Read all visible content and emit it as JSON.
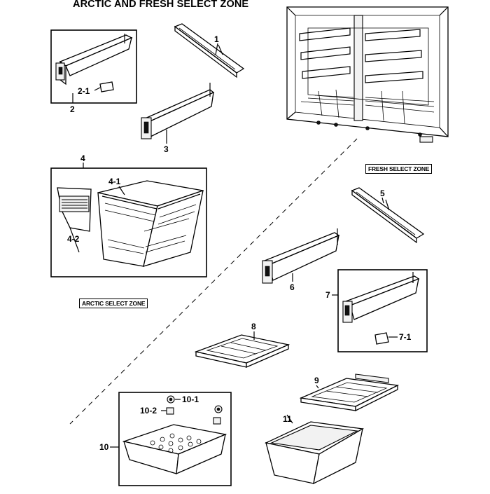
{
  "diagram": {
    "title": "ARCTIC AND FRESH SELECT ZONE",
    "zone_labels": {
      "fresh": "FRESH SELECT ZONE",
      "arctic": "ARCTIC SELECT ZONE"
    },
    "callouts": {
      "p1": "1",
      "p2": "2",
      "p2_1": "2-1",
      "p3": "3",
      "p4": "4",
      "p4_1": "4-1",
      "p4_2": "4-2",
      "p5": "5",
      "p6": "6",
      "p7": "7",
      "p7_1": "7-1",
      "p8": "8",
      "p9": "9",
      "p10": "10",
      "p10_1": "10-1",
      "p10_2": "10-2",
      "p11": "11"
    }
  }
}
